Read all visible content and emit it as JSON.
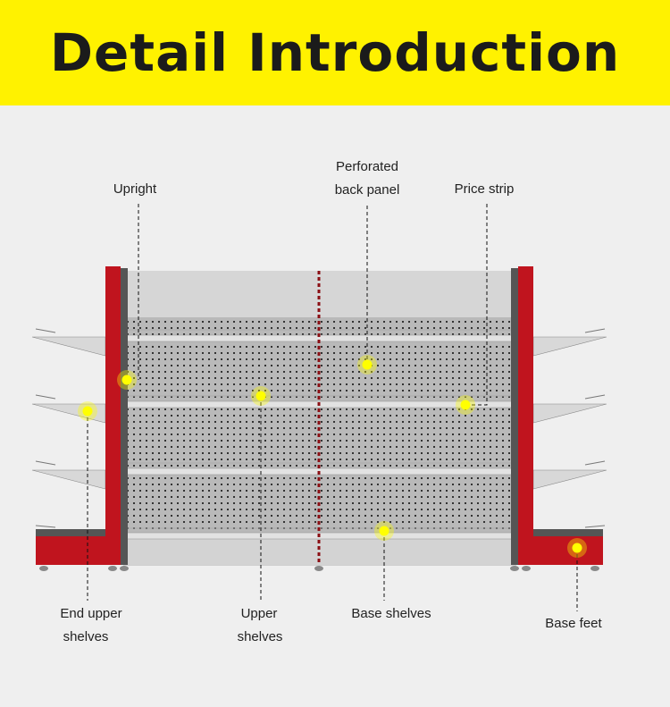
{
  "header": {
    "title": "Detail Introduction"
  },
  "callouts": {
    "upright": "Upright",
    "perforated_1": "Perforated",
    "perforated_2": "back panel",
    "price_strip": "Price strip",
    "end_upper_1": "End upper",
    "end_upper_2": "shelves",
    "upper_1": "Upper",
    "upper_2": "shelves",
    "base_shelves": "Base shelves",
    "base_feet": "Base feet"
  },
  "colors": {
    "header_bg": "#fff200",
    "upright_red": "#c0141e",
    "marker": "#ffff00"
  }
}
